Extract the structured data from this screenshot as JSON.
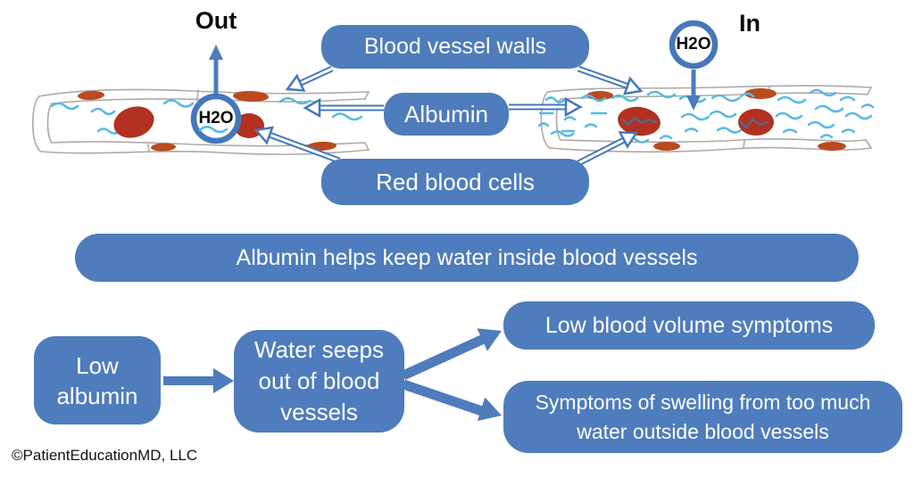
{
  "diagram": {
    "top_labels": {
      "out": "Out",
      "in": "In"
    },
    "h2o": {
      "left": "H2O",
      "right": "H2O"
    },
    "callouts": {
      "blood_vessel_walls": "Blood vessel walls",
      "albumin": "Albumin",
      "red_blood_cells": "Red blood cells"
    },
    "message": "Albumin helps keep water inside blood vessels",
    "flowchart": {
      "low_albumin": "Low albumin",
      "water_seeps": "Water seeps out of blood vessels",
      "low_blood_volume": "Low blood volume symptoms",
      "swelling": "Symptoms of swelling from too much water outside blood vessels"
    },
    "copyright": "©PatientEducationMD, LLC"
  },
  "colors": {
    "box_blue": "#4e7cbc",
    "arrow_blue": "#4577bb",
    "albumin_blue": "#56b9e6",
    "red_cell": "#b23120",
    "wall_cell": "#ba4a20",
    "vessel_outline": "#aeaaa4",
    "dark_squiggle": "#56688c",
    "label_text": "#ffffff",
    "heading_text": "#0b0b0b"
  }
}
